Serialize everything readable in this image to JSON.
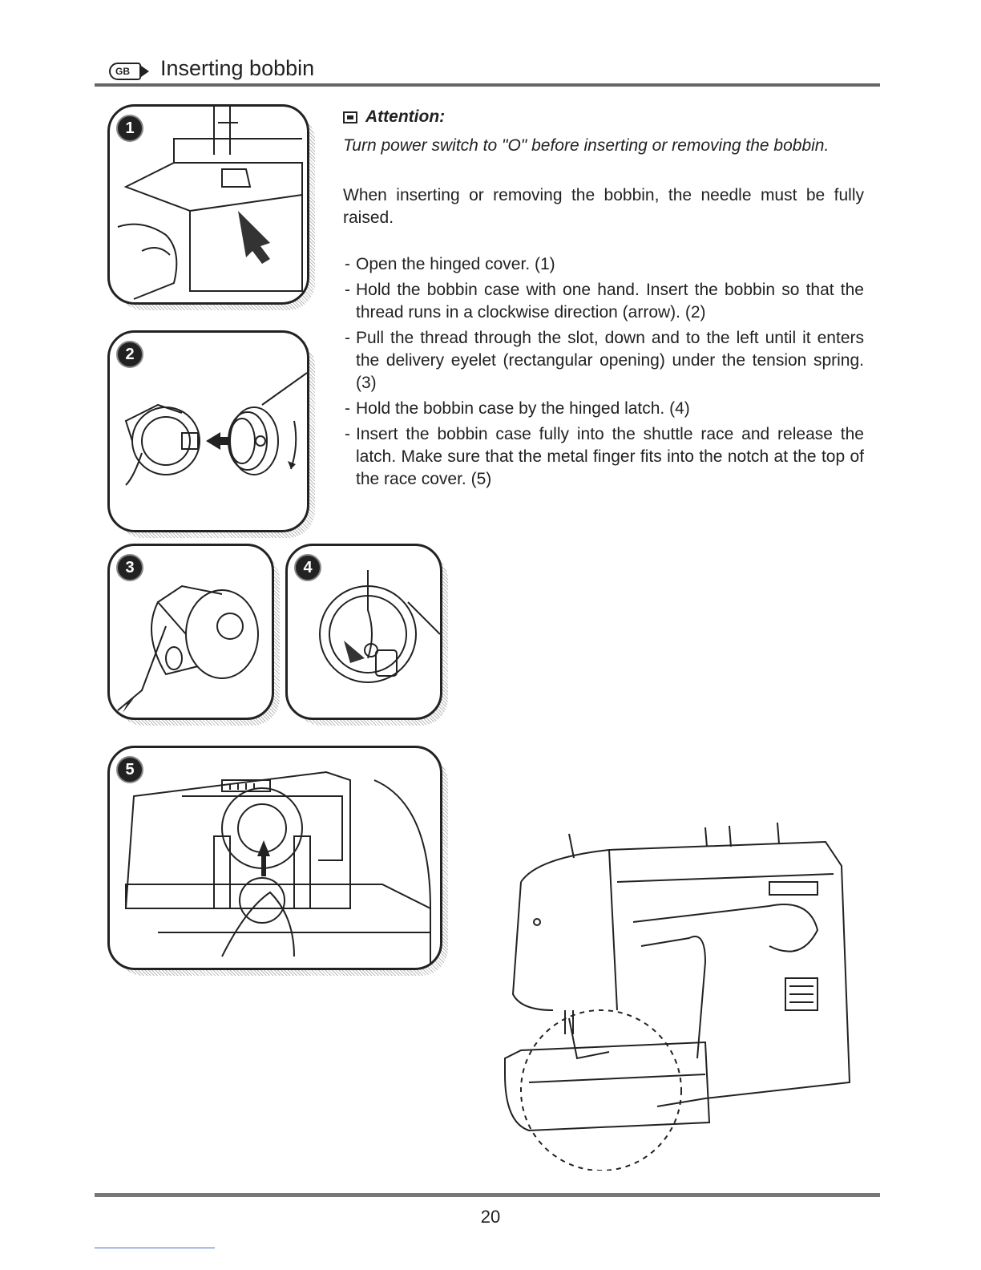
{
  "header": {
    "badge": "GB",
    "title": "Inserting bobbin"
  },
  "attention": {
    "heading": "Attention:",
    "text": "Turn power switch to \"O\" before inserting or removing the bobbin."
  },
  "intro": "When inserting or removing the bobbin, the needle must be fully raised.",
  "steps": [
    "Open the hinged cover. (1)",
    "Hold the bobbin case with one hand. Insert the bobbin so that the thread runs in a clockwise direction (arrow). (2)",
    "Pull the thread through the slot, down and to the left until it enters the delivery eyelet (rectangular opening) under the tension spring. (3)",
    "Hold the bobbin case by the hinged latch. (4)",
    "Insert the bobbin case fully into the shuttle race and release the latch. Make sure that the metal finger fits into the notch at the top of the race cover. (5)"
  ],
  "figures": [
    "1",
    "2",
    "3",
    "4",
    "5"
  ],
  "page_number": "20"
}
